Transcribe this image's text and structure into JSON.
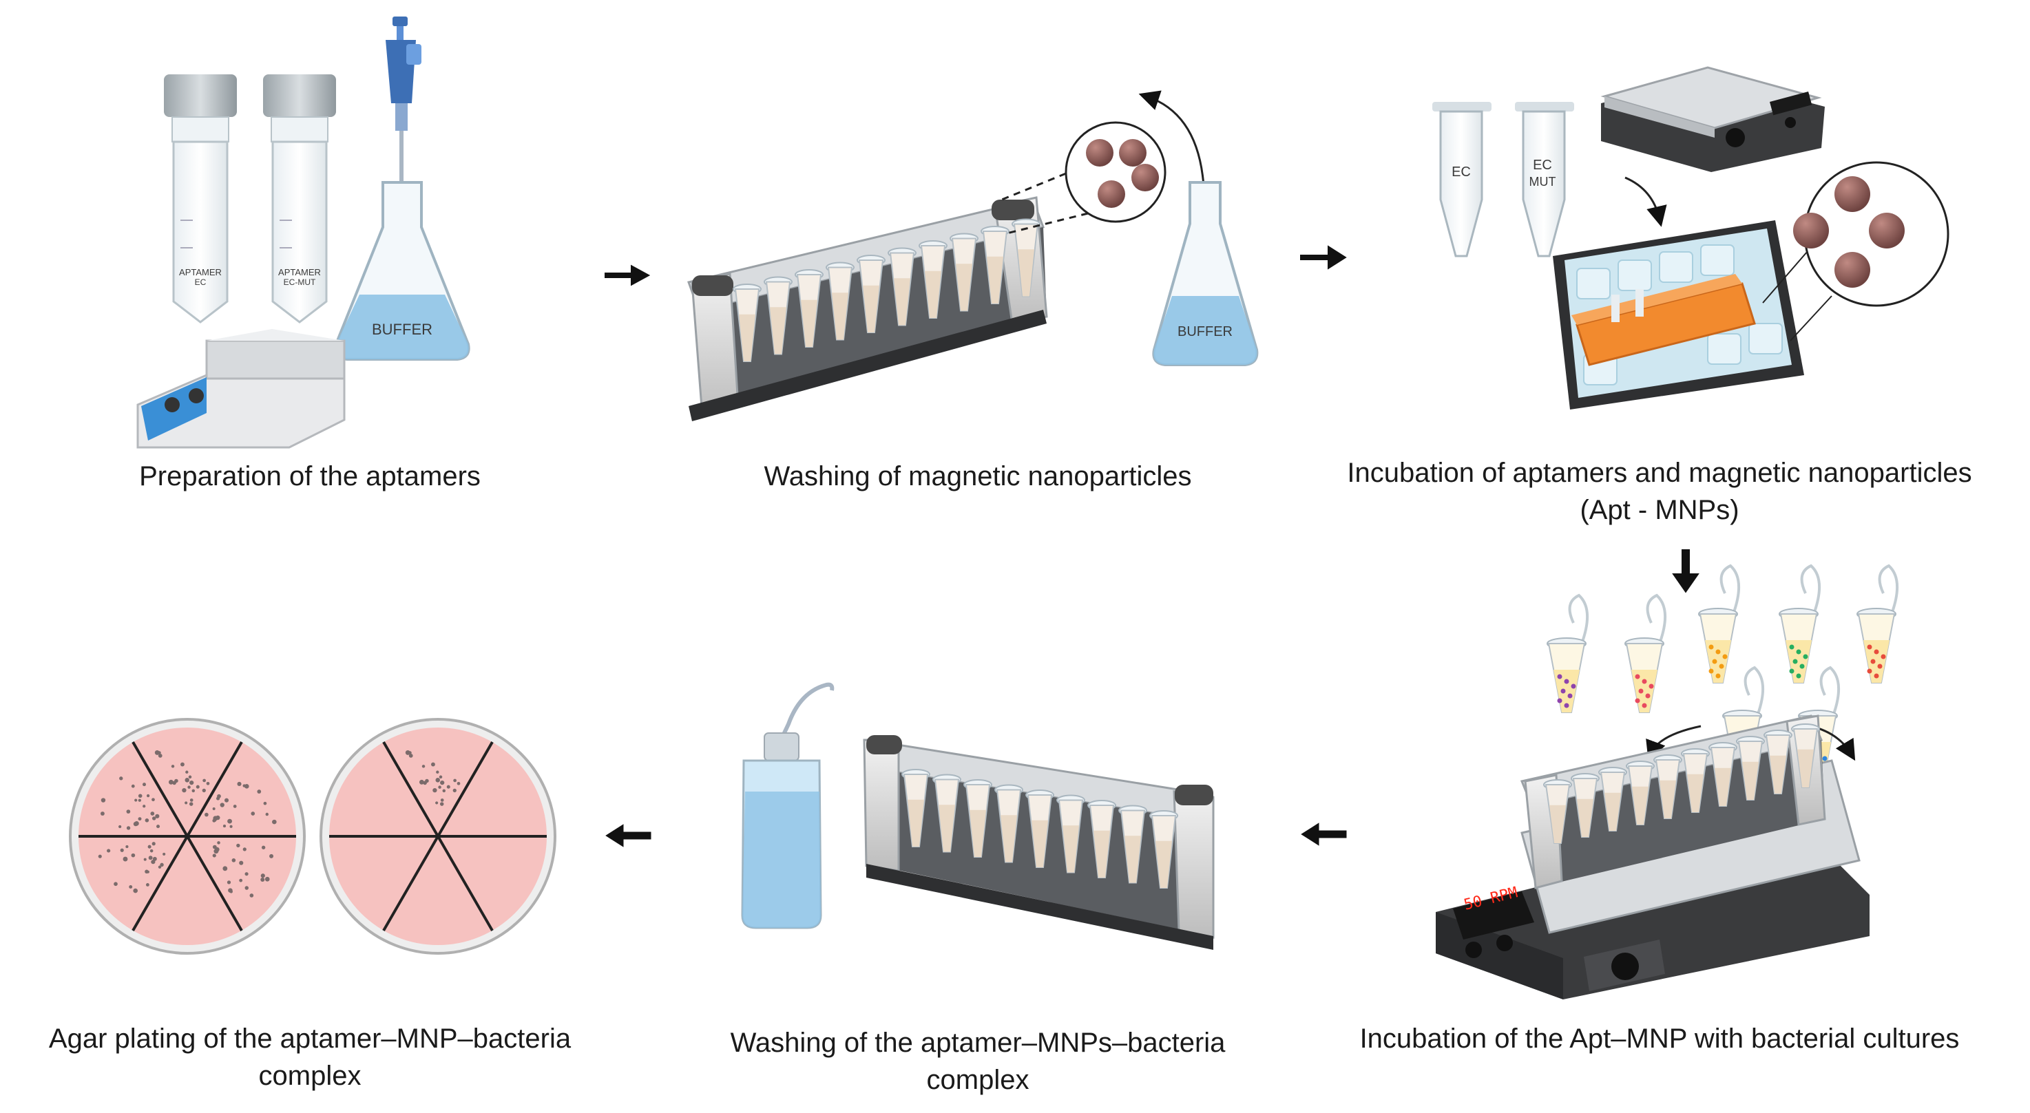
{
  "captions": {
    "step1": "Preparation of the aptamers",
    "step2": "Washing of magnetic nanoparticles",
    "step3_line1": "Incubation of aptamers and magnetic nanoparticles",
    "step3_line2": "(Apt - MNPs)",
    "step4": "Incubation of the Apt–MNP with bacterial cultures",
    "step5_line1": "Washing of the aptamer–MNPs–bacteria",
    "step5_line2": "complex",
    "step6_line1": "Agar plating of the aptamer–MNP–bacteria",
    "step6_line2": "complex"
  },
  "labels": {
    "tube1": "APTAMER",
    "tube1_sub": "EC",
    "tube2": "APTAMER",
    "tube2_sub": "EC-MUT",
    "buffer1": "BUFFER",
    "buffer2": "BUFFER",
    "ec_tube": "EC",
    "ec_mut_tube_1": "EC",
    "ec_mut_tube_2": "MUT",
    "rpm_display": "50 RPM"
  },
  "colors": {
    "arrow": "#111111",
    "bead": "#8c5a55",
    "agar": "#f6c2c0",
    "ice": "#cfe7f1",
    "orange_rack": "#f28a2e",
    "buffer_liquid": "#8fc3e6",
    "rack_body": "#3b3b3b"
  },
  "icons": [
    "falcon-tube-icon",
    "pipette-icon",
    "erlenmeyer-flask-icon",
    "hot-plate-stirrer-icon",
    "magnetic-rack-icon",
    "nanoparticle-bead-icon",
    "microcentrifuge-tube-icon",
    "orbital-shaker-icon",
    "ice-bath-icon",
    "wash-bottle-icon",
    "petri-dish-icon",
    "flow-arrow-icon"
  ]
}
